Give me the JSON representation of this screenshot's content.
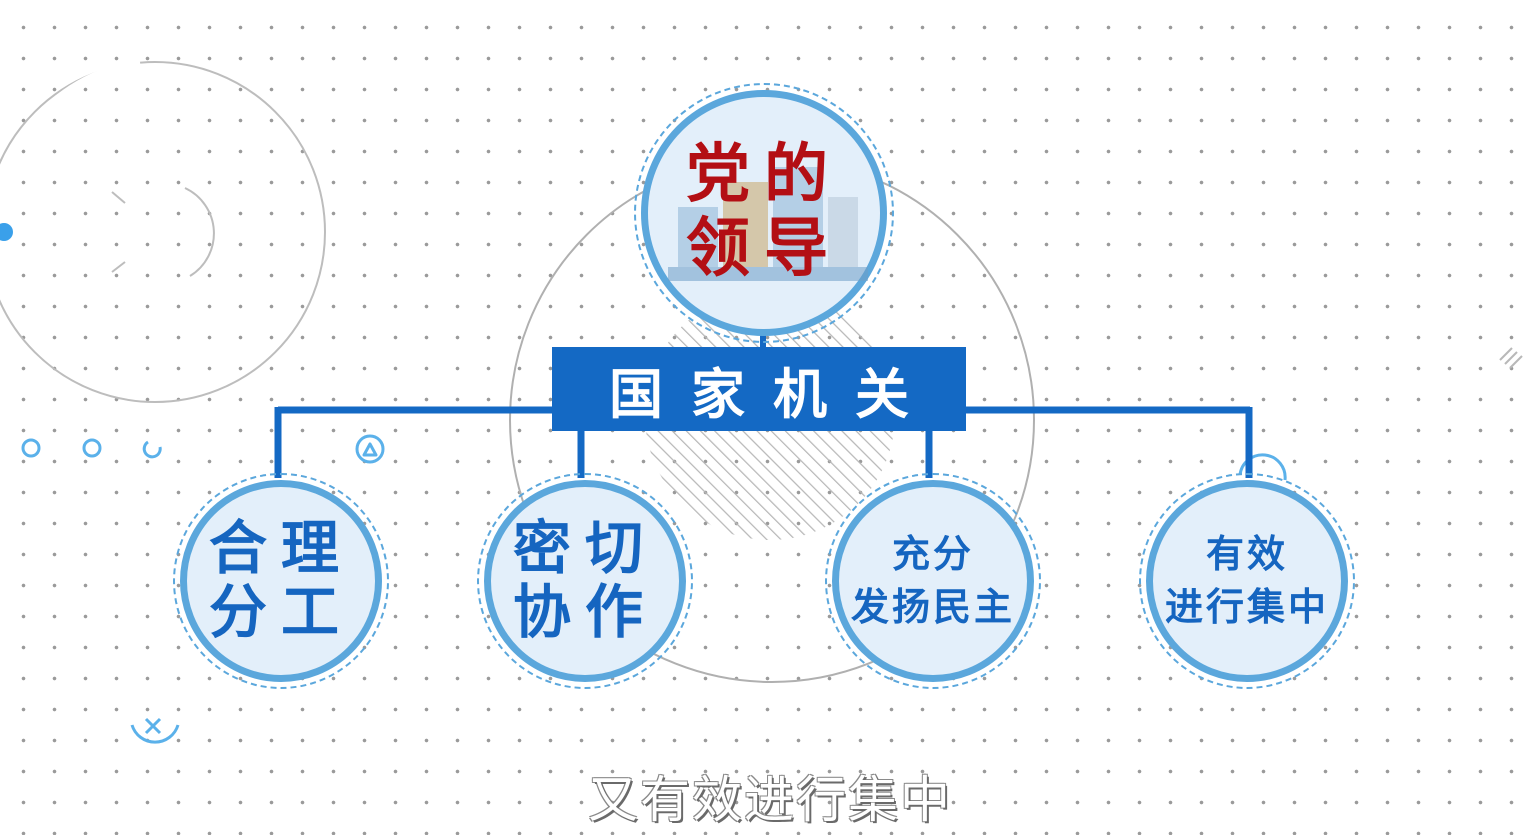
{
  "diagram": {
    "top_node": {
      "line1": "党的",
      "line2": "领导"
    },
    "center_label": "国家机关",
    "children": [
      {
        "line1": "合理",
        "line2": "分工"
      },
      {
        "line1": "密切",
        "line2": "协作"
      },
      {
        "line1": "充分",
        "line2": "发扬民主"
      },
      {
        "line1": "有效",
        "line2": "进行集中"
      }
    ]
  },
  "subtitle": "又有效进行集中",
  "colors": {
    "primary_blue": "#1469c4",
    "node_ring": "#5ba7dc",
    "node_fill": "#e3effa",
    "top_text": "#b30f14",
    "child_text": "#1565c0"
  }
}
